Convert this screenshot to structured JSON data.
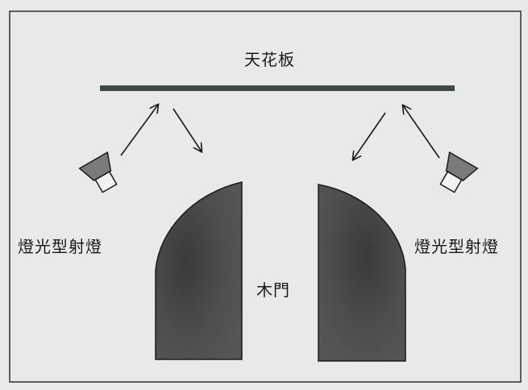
{
  "labels": {
    "ceiling": "天花板",
    "light_left": "燈光型射燈",
    "light_right": "燈光型射燈",
    "door": "木門"
  },
  "colors": {
    "background": "#e9e9e7",
    "border": "#3a3a3a",
    "ceiling_bar": "#3f4a48",
    "door_fill": "#4a4a4a",
    "door_shade": "#2f2f2f",
    "lamp_head": "#7a7a7a",
    "line": "#1a1a1a"
  },
  "icons": {
    "lamp": "spotlight-icon",
    "arrow": "arrow-icon"
  }
}
